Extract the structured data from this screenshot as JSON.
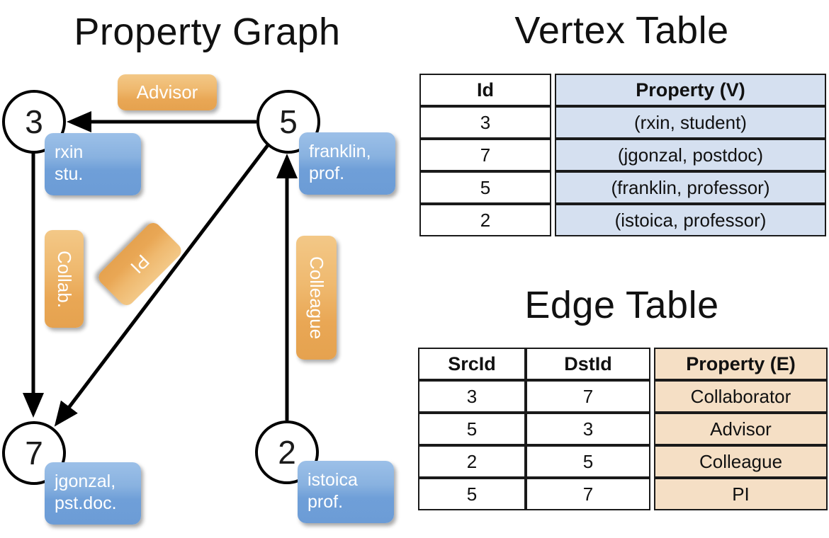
{
  "titles": {
    "property_graph": "Property Graph",
    "vertex_table": "Vertex Table",
    "edge_table": "Edge Table"
  },
  "colors": {
    "vertex_cell": "#d5e0f0",
    "edge_cell": "#f5dfc5",
    "node_box_blue": "#6f9fd8",
    "edge_label_orange": "#e9a755",
    "stroke": "#000000"
  },
  "graph": {
    "nodes": [
      {
        "id": "3",
        "property_line1": "rxin",
        "property_line2": "stu."
      },
      {
        "id": "5",
        "property_line1": "franklin,",
        "property_line2": "prof."
      },
      {
        "id": "7",
        "property_line1": "jgonzal,",
        "property_line2": "pst.doc."
      },
      {
        "id": "2",
        "property_line1": "istoica",
        "property_line2": "prof."
      }
    ],
    "edge_labels": [
      {
        "text": "Advisor",
        "orientation": "horizontal"
      },
      {
        "text": "Collab.",
        "orientation": "vertical"
      },
      {
        "text": "PI",
        "orientation": "diagonal"
      },
      {
        "text": "Colleague",
        "orientation": "vertical"
      }
    ],
    "edges": [
      {
        "src": "5",
        "dst": "3",
        "label": "Advisor"
      },
      {
        "src": "3",
        "dst": "7",
        "label": "Collab."
      },
      {
        "src": "5",
        "dst": "7",
        "label": "PI"
      },
      {
        "src": "2",
        "dst": "5",
        "label": "Colleague"
      }
    ]
  },
  "vertex_table": {
    "headers": [
      "Id",
      "Property (V)"
    ],
    "rows": [
      {
        "id": "3",
        "property": "(rxin, student)"
      },
      {
        "id": "7",
        "property": "(jgonzal, postdoc)"
      },
      {
        "id": "5",
        "property": "(franklin, professor)"
      },
      {
        "id": "2",
        "property": "(istoica, professor)"
      }
    ]
  },
  "edge_table": {
    "headers": [
      "SrcId",
      "DstId",
      "Property (E)"
    ],
    "rows": [
      {
        "src": "3",
        "dst": "7",
        "property": "Collaborator"
      },
      {
        "src": "5",
        "dst": "3",
        "property": "Advisor"
      },
      {
        "src": "2",
        "dst": "5",
        "property": "Colleague"
      },
      {
        "src": "5",
        "dst": "7",
        "property": "PI"
      }
    ]
  }
}
